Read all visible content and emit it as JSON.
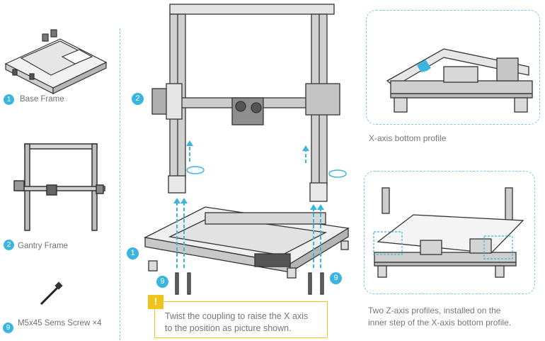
{
  "parts": {
    "base_frame": {
      "num": "1",
      "label": "Base Frame"
    },
    "gantry_frame": {
      "num": "2",
      "label": "Gantry Frame"
    },
    "screw": {
      "num": "9",
      "label": "M5x45 Sems Screw  ×4"
    }
  },
  "main": {
    "callout_gantry": "2",
    "callout_base": "1",
    "callout_screw_left": "9",
    "callout_screw_right": "9"
  },
  "note": {
    "line1": "Twist the coupling to raise the X axis",
    "line2": "to the position as picture shown."
  },
  "details": {
    "x_axis_caption": "X-axis bottom profile",
    "z_axis_caption_line1": "Two Z-axis profiles, installed on the",
    "z_axis_caption_line2": "inner step of the X-axis bottom profile."
  },
  "colors": {
    "accent": "#39b5e0",
    "warning": "#f0c419",
    "line": "#333333"
  }
}
